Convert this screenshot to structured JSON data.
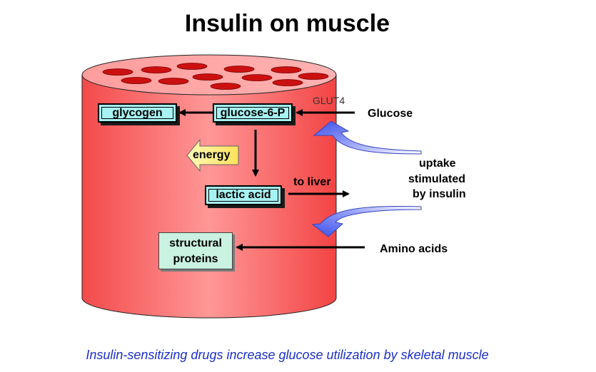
{
  "title": "Insulin on muscle",
  "labels": {
    "glycogen": "glycogen",
    "glucose6p": "glucose-6-P",
    "energy": "energy",
    "lactic_acid": "lactic acid",
    "structural_proteins_line1": "structural",
    "structural_proteins_line2": "proteins",
    "glut4": "GLUT4",
    "glucose": "Glucose",
    "to_liver": "to liver",
    "uptake_line1": "uptake",
    "uptake_line2": "stimulated",
    "uptake_line3": "by insulin",
    "amino_acids": "Amino acids"
  },
  "caption": "Insulin-sensitizing drugs increase glucose utilization by skeletal muscle",
  "colors": {
    "cylinder": "#f96a6a",
    "box_fill": "#a6f3f2",
    "protein_fill": "#c9f2e0",
    "energy_arrow": "#fff59a",
    "insulin_arrow": "#4a5de0",
    "caption": "#1a2fc8"
  }
}
